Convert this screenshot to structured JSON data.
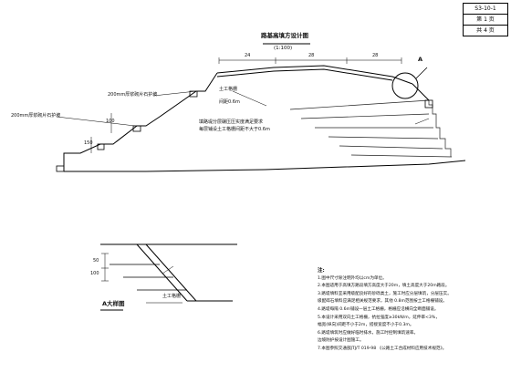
{
  "title_block": {
    "sheet_code": "S3-10-1",
    "page": "第 1 页",
    "total": "共 4 页"
  },
  "main_title": "路基高填方设计图",
  "main_scale": "(1:100)",
  "detail_title": "A大样图",
  "labels": {
    "w_24": "24",
    "w_28": "28",
    "w_28b": "28",
    "callout_a": "A",
    "bench_upper": "200mm厚浆砌片石护坡",
    "bench_lower": "200mm厚浆砌片石护坡",
    "geogrid": "土工格栅",
    "grid_spacing": "间距0.6m",
    "fill_note_1": "填路堤分层碾压压实度满足要求",
    "fill_note_2": "每层铺设土工格栅间距不大于0.6m",
    "detail_geogrid": "土工格栅",
    "dim_left": "100",
    "dim_left2": "150",
    "detail_dim_1": "50",
    "detail_dim_2": "100"
  },
  "notes": {
    "heading": "注:",
    "items": [
      "1.图中尺寸除注明外均以cm为单位。",
      "2.本图适用于高填方路段填方高度大于20m，填土高度大于20m路段。",
      "3.路堤填料宜采用级配良好的砂砾类土，施工时应分层填筑，分层压实。",
      "  级配碎石填料应满足相关规范要求，其他 0.8m范围按土工格栅铺设。",
      "4.路堤每隔 0.6m铺设一层土工格栅，格栅应沿横向全断面铺设。",
      "5.本设计采用双向土工格栅，抗拉强度≥30kN/m，延伸率<3%，",
      "  幅宽(纵向)间距不小于2m，搭接宽度不小于0.3m。",
      "6.路堤填筑时应做好临时排水，施工时控制填筑速率。",
      "  边坡防护按设计图施工。",
      "7.本图参照交通部JTJ/T 019-98 《公路土工合成材料应用技术规范》。"
    ]
  },
  "colors": {
    "ink": "#000000",
    "hatch": "#222222"
  }
}
